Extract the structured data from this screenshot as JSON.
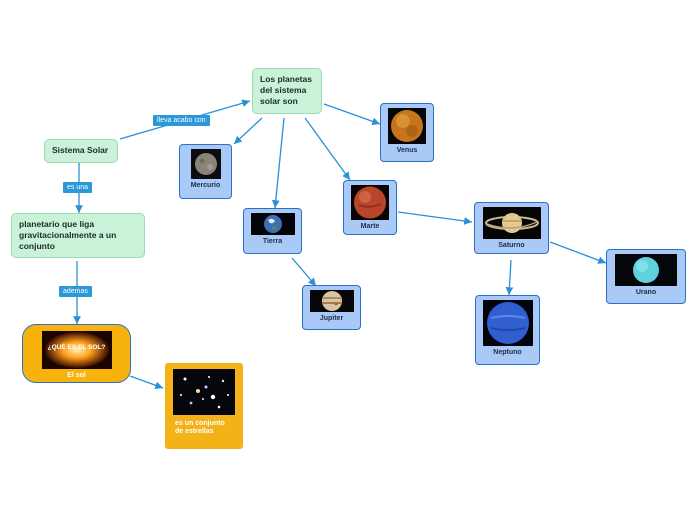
{
  "nodes": {
    "root": "Sistema Solar",
    "planetas": "Los planetas del sistema solar son",
    "planeta_def": "planetario que liga gravitacionalmente a un conjunto",
    "mercurio": "Mercurio",
    "venus": "Venus",
    "tierra": "Tierra",
    "marte": "Marte",
    "jupiter": "Jupiter",
    "saturno": "Saturno",
    "urano": "Urano",
    "neptuno": "Neptuno",
    "sol": "El sol",
    "sol_image_text": "¿QUÉ ES EL SOL?",
    "estrellas": "es un conjunto de estrellas"
  },
  "edge_labels": {
    "lleva": "lleva acabo con",
    "es_una": "es una",
    "ademas": "ademas"
  },
  "colors": {
    "connector": "#2b8fd6",
    "green_node": "#c9f2d9",
    "planet_node": "#a9c9f7",
    "planet_border": "#2f6fc6",
    "orange_node": "#f8b20d"
  }
}
